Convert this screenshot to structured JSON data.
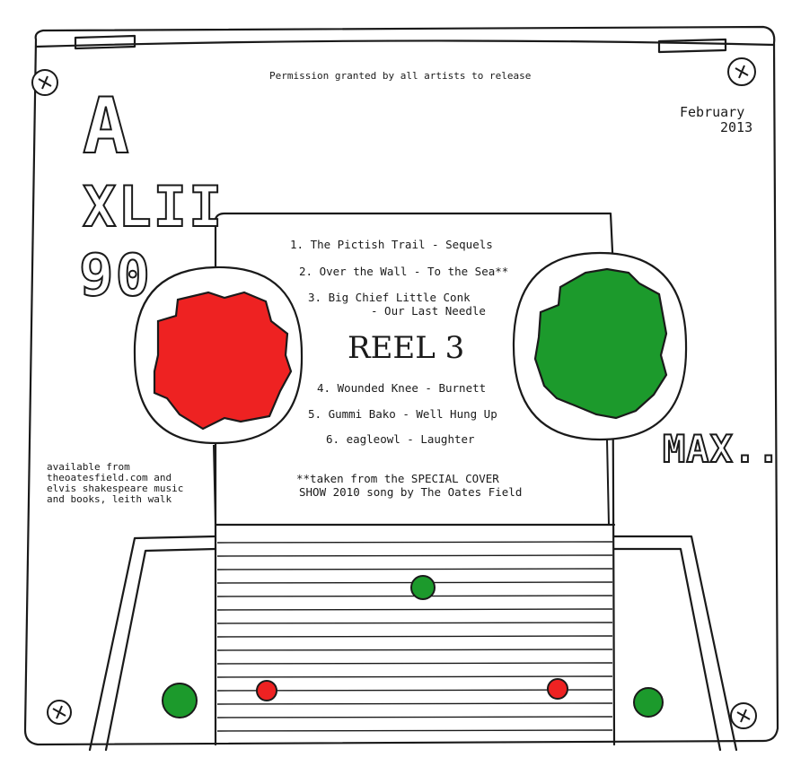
{
  "permission": "Permission granted by all artists to release",
  "date": {
    "month": "February",
    "year": "2013"
  },
  "brand": {
    "letter": "A",
    "model": "XLII",
    "length": "90",
    "tag": "MAX.."
  },
  "tracks": [
    "1. The Pictish Trail - Sequels",
    "2. Over the Wall - To the Sea**",
    "3. Big Chief Little Conk",
    "- Our Last Needle",
    "4. Wounded Knee - Burnett",
    "5. Gummi Bako - Well Hung Up",
    "6. eagleowl - Laughter"
  ],
  "reel_title": "REEL 3",
  "footnote": [
    "**taken from the SPECIAL COVER",
    "SHOW 2010 song by The Oates Field"
  ],
  "availability": [
    "available from",
    "theoatesfield.com and",
    "elvis shakespeare music",
    "and books, leith walk"
  ],
  "colors": {
    "red": "#ee2222",
    "green": "#1c9a2c",
    "ink": "#1a1a1a"
  }
}
